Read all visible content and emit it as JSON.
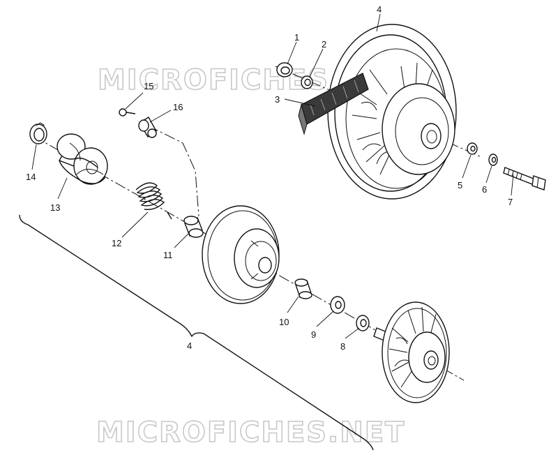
{
  "watermark": {
    "top": "MICROFICHES.NET",
    "bottom": "MICROFICHES.NET"
  },
  "callouts": {
    "c1": "1",
    "c2": "2",
    "c3": "3",
    "c4_top": "4",
    "c5": "5",
    "c6": "6",
    "c7": "7",
    "c8": "8",
    "c9": "9",
    "c10": "10",
    "c11": "11",
    "c12": "12",
    "c13": "13",
    "c14": "14",
    "c15": "15",
    "c16": "16",
    "c4_bracket": "4"
  }
}
